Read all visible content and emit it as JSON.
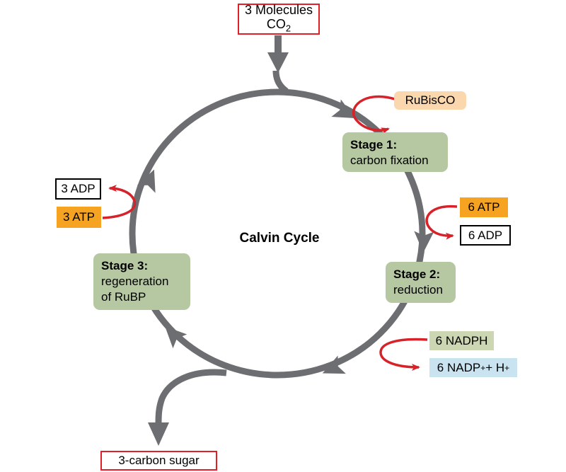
{
  "diagram": {
    "center_label": "Calvin Cycle",
    "co2_box": {
      "line1": "3 Molecules",
      "base": "CO",
      "subscript": "2"
    },
    "rubisco_label": "RuBisCO",
    "stage1": {
      "title": "Stage 1:",
      "subtitle": "carbon fixation"
    },
    "stage2": {
      "title": "Stage 2:",
      "subtitle": "reduction"
    },
    "stage3": {
      "title": "Stage 3:",
      "line2": "regeneration",
      "line3": "of RuBP"
    },
    "atp6_label": "6 ATP",
    "adp6_label": "6 ADP",
    "nadph_label": "6 NADPH",
    "nadp_box": {
      "part1": "6 NADP",
      "sup1": "+",
      "part2": "+ H",
      "sup2": "+"
    },
    "adp3_label": "3 ADP",
    "atp3_label": "3 ATP",
    "sugar_label": "3-carbon sugar"
  },
  "colors": {
    "gray": "#6d6e71",
    "red": "#d7222a",
    "box-red-border": "#e01f26",
    "orange": "#f6a321",
    "peach": "#fbd7ad",
    "stage-green": "#b5c8a2",
    "pale-green": "#ccd6b3",
    "light-blue": "#c9e3f1"
  }
}
